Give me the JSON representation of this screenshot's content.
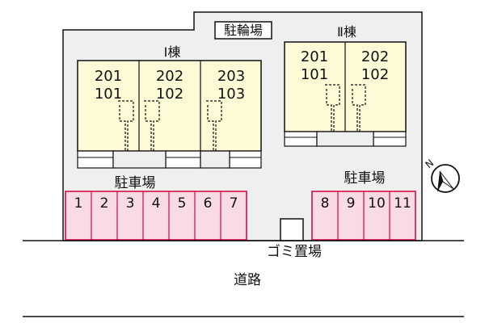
{
  "labels": {
    "bicycle_parking": "駐輪場",
    "building_1": "Ⅰ棟",
    "building_2": "Ⅱ棟",
    "parking_left": "駐車場",
    "parking_right": "駐車場",
    "garbage": "ゴミ置場",
    "road": "道路",
    "compass_n": "N"
  },
  "building_1_units": [
    {
      "upper": "201",
      "lower": "101"
    },
    {
      "upper": "202",
      "lower": "102"
    },
    {
      "upper": "203",
      "lower": "103"
    }
  ],
  "building_2_units": [
    {
      "upper": "201",
      "lower": "101"
    },
    {
      "upper": "202",
      "lower": "102"
    }
  ],
  "parking_left_spaces": [
    "1",
    "2",
    "3",
    "4",
    "5",
    "6",
    "7"
  ],
  "parking_right_spaces": [
    "8",
    "9",
    "10",
    "11"
  ],
  "colors": {
    "lot": "#efefef",
    "building": "#fdfbd6",
    "parking": "#f9dbe6",
    "parking_border": "#d2003c",
    "line": "#111111"
  }
}
